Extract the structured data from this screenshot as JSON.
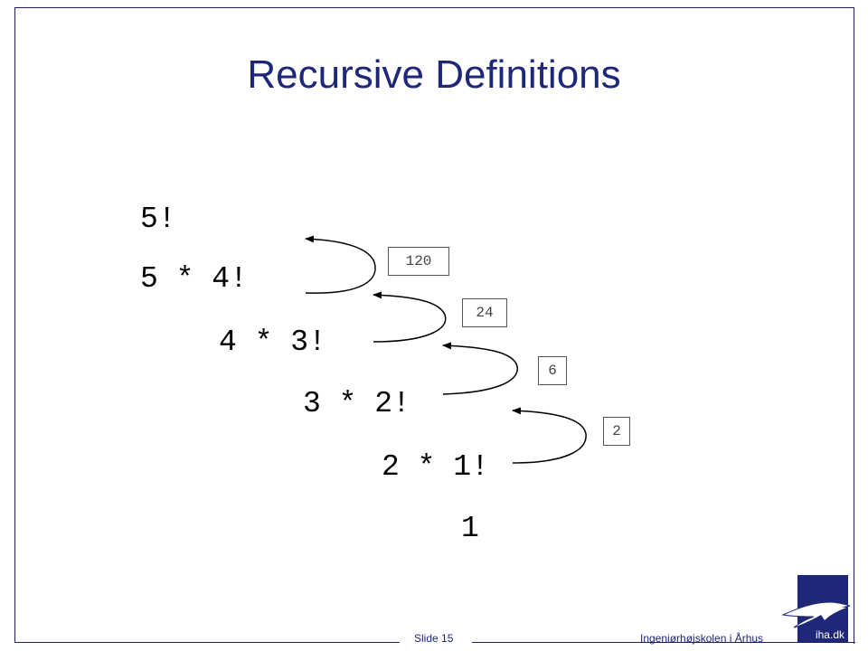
{
  "title": "Recursive Definitions",
  "expressions": [
    "5!",
    "5 * 4!",
    "4 * 3!",
    "3 * 2!",
    "2 * 1!",
    "1"
  ],
  "return_values": [
    "120",
    "24",
    "6",
    "2"
  ],
  "footer": {
    "slide": "Slide 15",
    "school": "Ingeniørhøjskolen i Århus",
    "logo_text": "iha.dk"
  },
  "colors": {
    "title": "#1e2778",
    "frame": "#1f1f5e",
    "logo_bg": "#1e2778"
  }
}
